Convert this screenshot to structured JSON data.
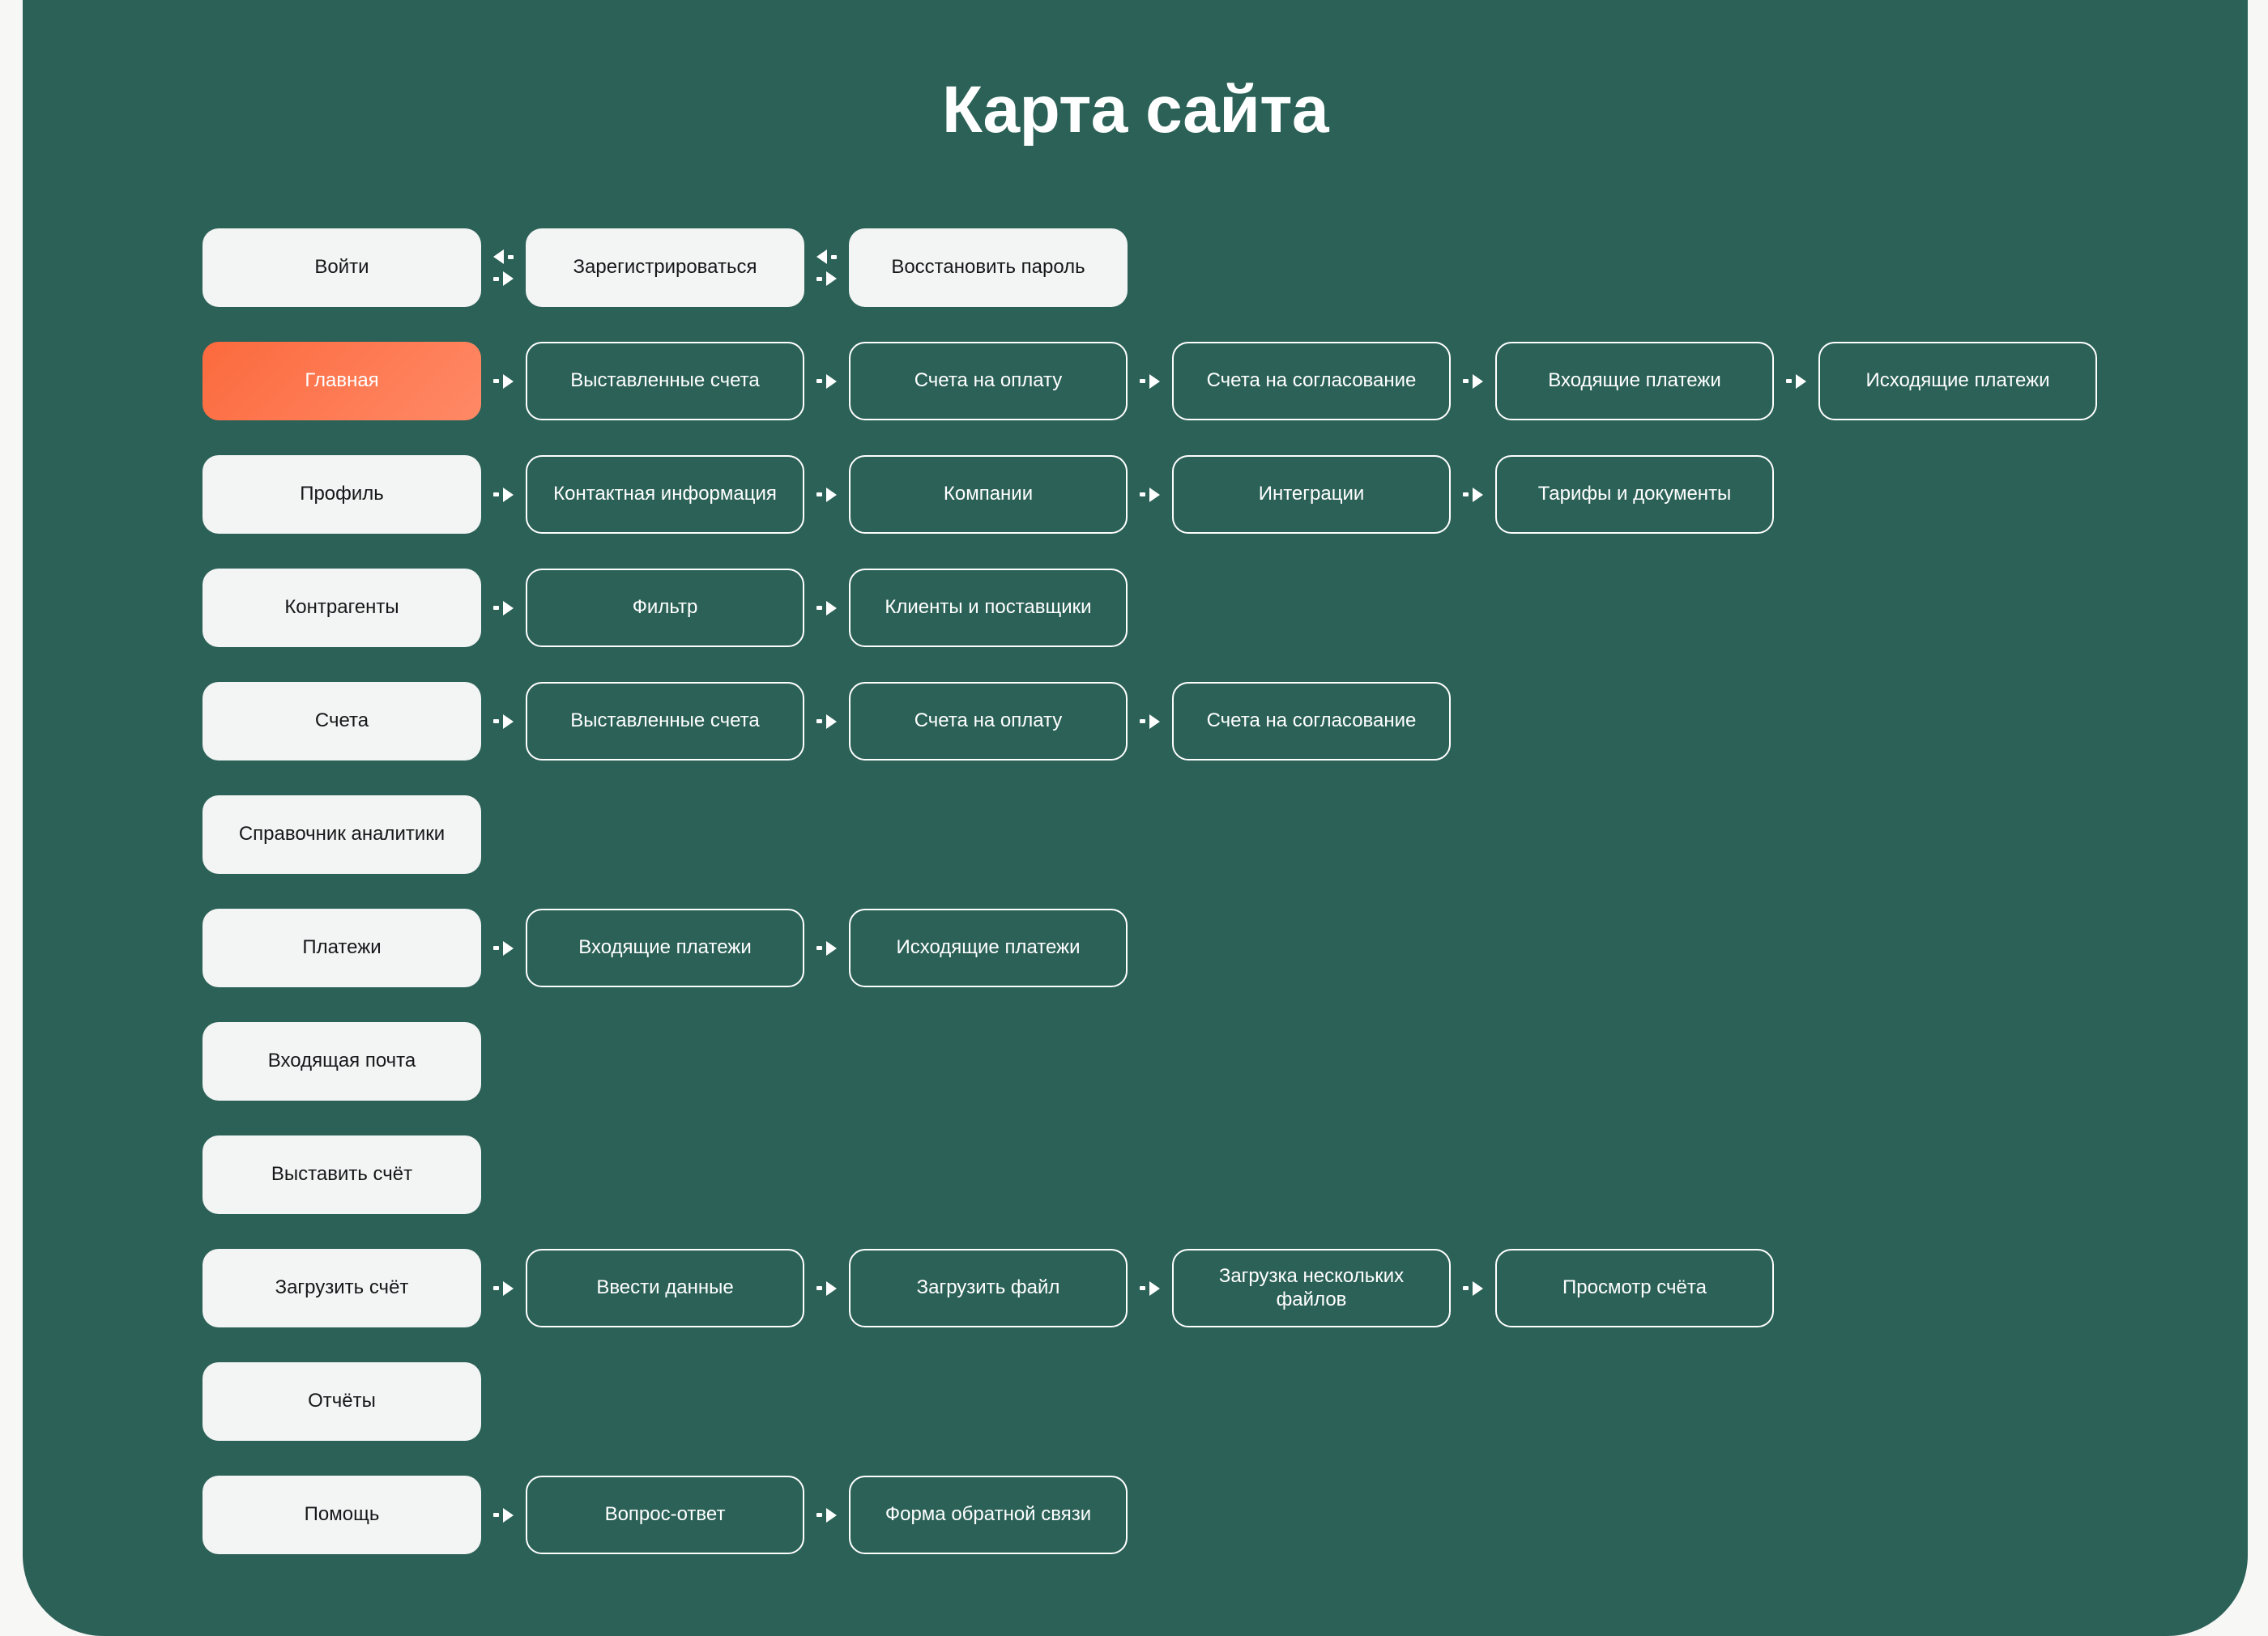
{
  "page": {
    "title": "Карта сайта",
    "background_color": "#f7f7f6",
    "panel_color": "#2b6157",
    "node_light_color": "#f3f4f4",
    "node_light_text_color": "#17171a",
    "node_outline_text_color": "#ffffff",
    "highlight_gradient_from": "#fc6a3e",
    "highlight_gradient_to": "#ff8966",
    "connector_color": "#ffffff"
  },
  "sitemap": {
    "rows": [
      {
        "id": "auth",
        "connector_type": "bidirectional",
        "root": {
          "label": "Войти",
          "style": "light",
          "highlight": false
        },
        "children": [
          {
            "label": "Зарегистрироваться",
            "style": "light"
          },
          {
            "label": "Восстановить пароль",
            "style": "light"
          }
        ]
      },
      {
        "id": "home",
        "connector_type": "arrow",
        "root": {
          "label": "Главная",
          "style": "highlight",
          "highlight": true
        },
        "children": [
          {
            "label": "Выставленные счета",
            "style": "outline"
          },
          {
            "label": "Счета на оплату",
            "style": "outline"
          },
          {
            "label": "Счета на согласование",
            "style": "outline"
          },
          {
            "label": "Входящие платежи",
            "style": "outline"
          },
          {
            "label": "Исходящие платежи",
            "style": "outline"
          }
        ]
      },
      {
        "id": "profile",
        "connector_type": "arrow",
        "root": {
          "label": "Профиль",
          "style": "light",
          "highlight": false
        },
        "children": [
          {
            "label": "Контактная информация",
            "style": "outline"
          },
          {
            "label": "Компании",
            "style": "outline"
          },
          {
            "label": "Интеграции",
            "style": "outline"
          },
          {
            "label": "Тарифы и документы",
            "style": "outline"
          }
        ]
      },
      {
        "id": "counterparties",
        "connector_type": "arrow",
        "root": {
          "label": "Контрагенты",
          "style": "light",
          "highlight": false
        },
        "children": [
          {
            "label": "Фильтр",
            "style": "outline"
          },
          {
            "label": "Клиенты и поставщики",
            "style": "outline"
          }
        ]
      },
      {
        "id": "invoices",
        "connector_type": "arrow",
        "root": {
          "label": "Счета",
          "style": "light",
          "highlight": false
        },
        "children": [
          {
            "label": "Выставленные счета",
            "style": "outline"
          },
          {
            "label": "Счета на оплату",
            "style": "outline"
          },
          {
            "label": "Счета на согласование",
            "style": "outline"
          }
        ]
      },
      {
        "id": "analytics-directory",
        "connector_type": "arrow",
        "root": {
          "label": "Справочник аналитики",
          "style": "light",
          "highlight": false
        },
        "children": []
      },
      {
        "id": "payments",
        "connector_type": "arrow",
        "root": {
          "label": "Платежи",
          "style": "light",
          "highlight": false
        },
        "children": [
          {
            "label": "Входящие платежи",
            "style": "outline"
          },
          {
            "label": "Исходящие платежи",
            "style": "outline"
          }
        ]
      },
      {
        "id": "inbox-mail",
        "connector_type": "arrow",
        "root": {
          "label": "Входящая почта",
          "style": "light",
          "highlight": false
        },
        "children": []
      },
      {
        "id": "issue-invoice",
        "connector_type": "arrow",
        "root": {
          "label": "Выставить счёт",
          "style": "light",
          "highlight": false
        },
        "children": []
      },
      {
        "id": "upload-invoice",
        "connector_type": "arrow",
        "root": {
          "label": "Загрузить счёт",
          "style": "light",
          "highlight": false
        },
        "children": [
          {
            "label": "Ввести данные",
            "style": "outline"
          },
          {
            "label": "Загрузить файл",
            "style": "outline"
          },
          {
            "label": "Загрузка нескольких файлов",
            "style": "outline"
          },
          {
            "label": "Просмотр счёта",
            "style": "outline"
          }
        ]
      },
      {
        "id": "reports",
        "connector_type": "arrow",
        "root": {
          "label": "Отчёты",
          "style": "light",
          "highlight": false
        },
        "children": []
      },
      {
        "id": "help",
        "connector_type": "arrow",
        "root": {
          "label": "Помощь",
          "style": "light",
          "highlight": false
        },
        "children": [
          {
            "label": "Вопрос-ответ",
            "style": "outline"
          },
          {
            "label": "Форма обратной связи",
            "style": "outline"
          }
        ]
      }
    ]
  }
}
